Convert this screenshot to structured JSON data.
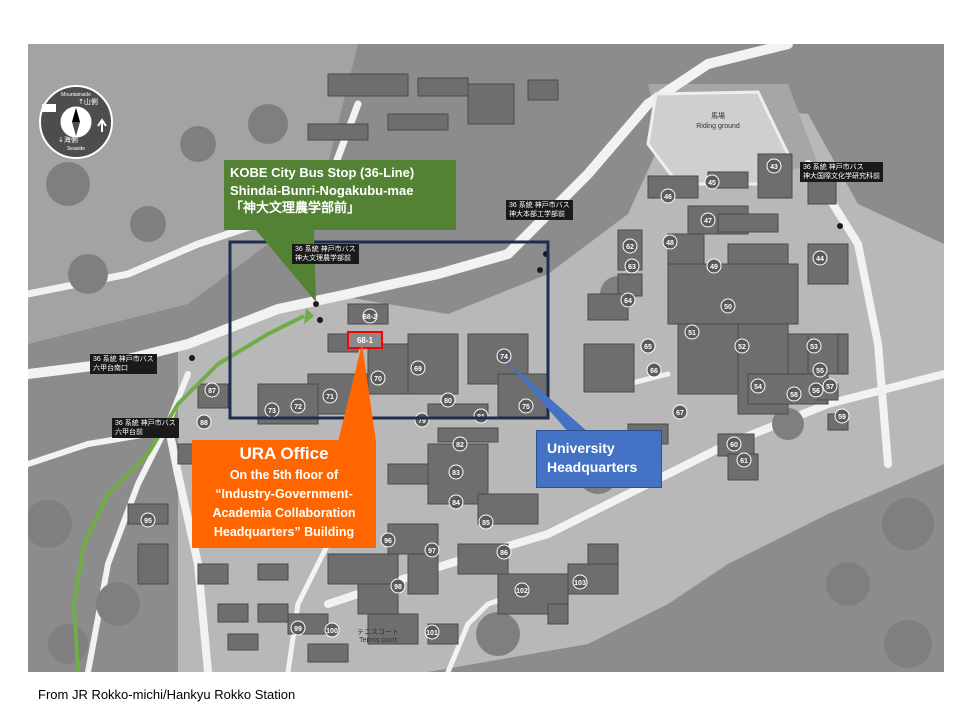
{
  "map": {
    "compass": {
      "top_label": "↑山側",
      "bottom_label": "↓海側",
      "top_sub": "Mountainside",
      "bottom_sub": "Seaside"
    },
    "buildings": [
      "43",
      "44",
      "45",
      "46",
      "47",
      "48",
      "50",
      "51",
      "52",
      "53",
      "54",
      "55",
      "56",
      "57",
      "58",
      "59",
      "60",
      "61",
      "62",
      "63",
      "64",
      "65",
      "66",
      "67",
      "68-1",
      "68-2",
      "69",
      "70",
      "71",
      "72",
      "73",
      "74",
      "75",
      "79",
      "80",
      "81",
      "82",
      "83",
      "84",
      "85",
      "86",
      "87",
      "88",
      "95",
      "96",
      "97",
      "98",
      "99",
      "100",
      "101",
      "102",
      "103"
    ],
    "field_label": "馬場",
    "field_sub": "Riding ground",
    "tennis_label": "テニスコート",
    "tennis_sub": "Tennis court",
    "bus_signs": [
      {
        "line1": "36 系統 神戸市バス",
        "line2": "神大文理農学部前"
      },
      {
        "line1": "36 系統 神戸市バス",
        "line2": "六甲台南口"
      },
      {
        "line1": "36 系統 神戸市バス",
        "line2": "六甲台前"
      },
      {
        "line1": "36 系統 神戸市バス",
        "line2": "神大本部工学部前"
      },
      {
        "line1": "36 系統 神戸市バス",
        "line2": "神大国際文化学研究科前"
      }
    ]
  },
  "callouts": {
    "bus_stop": {
      "line1": "KOBE City Bus Stop (36-Line)",
      "line2": "Shindai-Bunri-Nogakubu-mae",
      "line3": "「神大文理農学部前」"
    },
    "ura_office": {
      "title": "URA Office",
      "line1": "On the 5th floor of",
      "line2": "“Industry-Government-",
      "line3": "Academia Collaboration",
      "line4": "Headquarters” Building"
    },
    "headquarters": {
      "line1": "University",
      "line2": "Headquarters"
    }
  },
  "caption": "From JR Rokko-michi/Hankyu Rokko Station",
  "colors": {
    "green_callout": "#548235",
    "orange_callout": "#ff6600",
    "blue_callout": "#4472c4",
    "route": "#70ad47",
    "highlight_box": "#1f2d4f",
    "target_box": "#ff0000"
  }
}
